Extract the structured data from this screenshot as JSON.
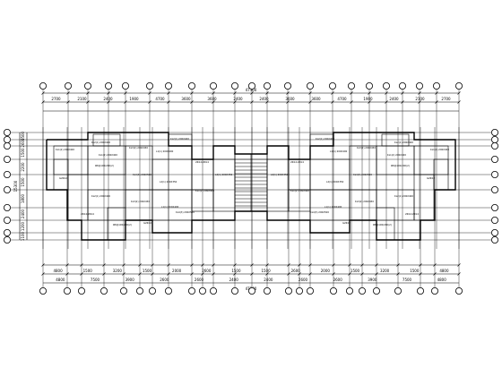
{
  "top_dimensions": {
    "outer_row": [
      "2700",
      "2100",
      "2400",
      "1900",
      "4700",
      "3600",
      "3600",
      "2400",
      "2400",
      "3600",
      "3600",
      "4700",
      "1900",
      "2400",
      "2100",
      "2700"
    ],
    "total_label": "47300"
  },
  "bottom_dimensions": {
    "inner_row": [
      "4800",
      "1500",
      "3200",
      "1500",
      "2000",
      "2600",
      "1500",
      "1500",
      "2600",
      "2000",
      "1500",
      "3200",
      "1500",
      "4800"
    ],
    "outer_row": [
      "4800",
      "7500",
      "3900",
      "2600",
      "2600",
      "2400",
      "2400",
      "2600",
      "2600",
      "3900",
      "7500",
      "4800"
    ],
    "total_label": "47300"
  },
  "left_dimensions": [
    "1500",
    "2600",
    "1500",
    "2200",
    "1500",
    "1800",
    "2400",
    "1200",
    "1100"
  ],
  "total_height_label": "15300",
  "plan_labels": [
    "KL1(2) 200X400",
    "KL2(1) 200X400",
    "KL3(2) 200X450",
    "L1(1) 200X400",
    "2Φ14;2Φ14",
    "Φ8@100/200(2)",
    "G2Φ12",
    "KL4(3) 200X500",
    "L2(1) 200X350"
  ]
}
